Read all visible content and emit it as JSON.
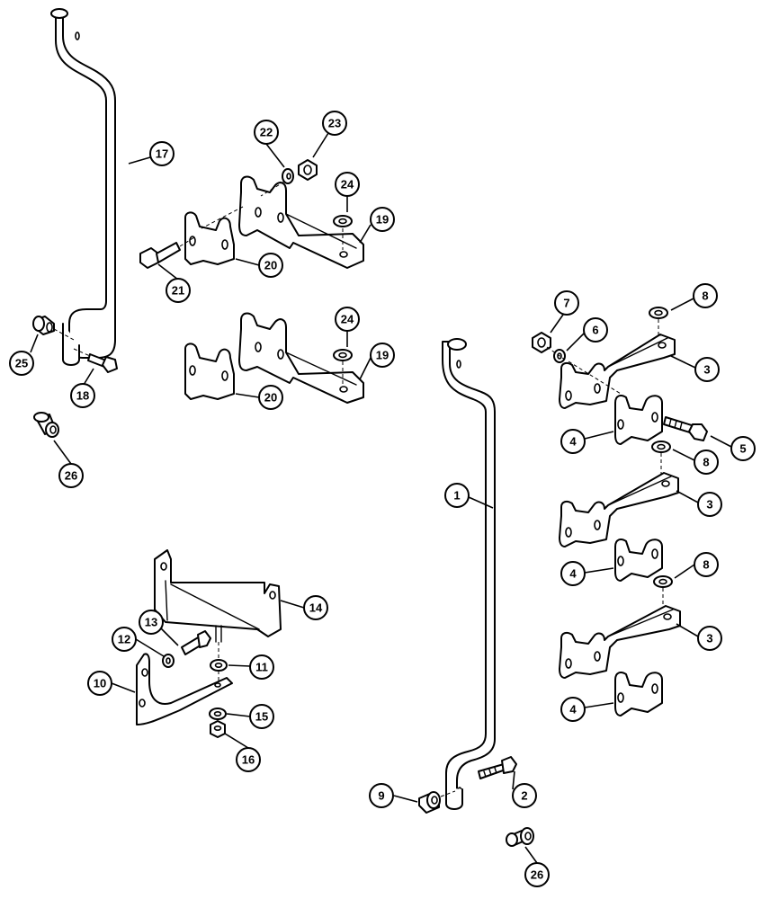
{
  "diagram": {
    "callouts": [
      {
        "id": "17",
        "label": "17"
      },
      {
        "id": "22",
        "label": "22"
      },
      {
        "id": "23",
        "label": "23"
      },
      {
        "id": "24a",
        "label": "24"
      },
      {
        "id": "19a",
        "label": "19"
      },
      {
        "id": "20a",
        "label": "20"
      },
      {
        "id": "21",
        "label": "21"
      },
      {
        "id": "24b",
        "label": "24"
      },
      {
        "id": "19b",
        "label": "19"
      },
      {
        "id": "20b",
        "label": "20"
      },
      {
        "id": "25",
        "label": "25"
      },
      {
        "id": "18",
        "label": "18"
      },
      {
        "id": "26a",
        "label": "26"
      },
      {
        "id": "7",
        "label": "7"
      },
      {
        "id": "8a",
        "label": "8"
      },
      {
        "id": "6",
        "label": "6"
      },
      {
        "id": "3a",
        "label": "3"
      },
      {
        "id": "4a",
        "label": "4"
      },
      {
        "id": "5",
        "label": "5"
      },
      {
        "id": "8b",
        "label": "8"
      },
      {
        "id": "1",
        "label": "1"
      },
      {
        "id": "3b",
        "label": "3"
      },
      {
        "id": "4b",
        "label": "4"
      },
      {
        "id": "8c",
        "label": "8"
      },
      {
        "id": "3c",
        "label": "3"
      },
      {
        "id": "4c",
        "label": "4"
      },
      {
        "id": "14",
        "label": "14"
      },
      {
        "id": "13",
        "label": "13"
      },
      {
        "id": "12",
        "label": "12"
      },
      {
        "id": "11",
        "label": "11"
      },
      {
        "id": "10",
        "label": "10"
      },
      {
        "id": "15",
        "label": "15"
      },
      {
        "id": "16",
        "label": "16"
      },
      {
        "id": "9",
        "label": "9"
      },
      {
        "id": "2",
        "label": "2"
      },
      {
        "id": "26b",
        "label": "26"
      }
    ]
  }
}
